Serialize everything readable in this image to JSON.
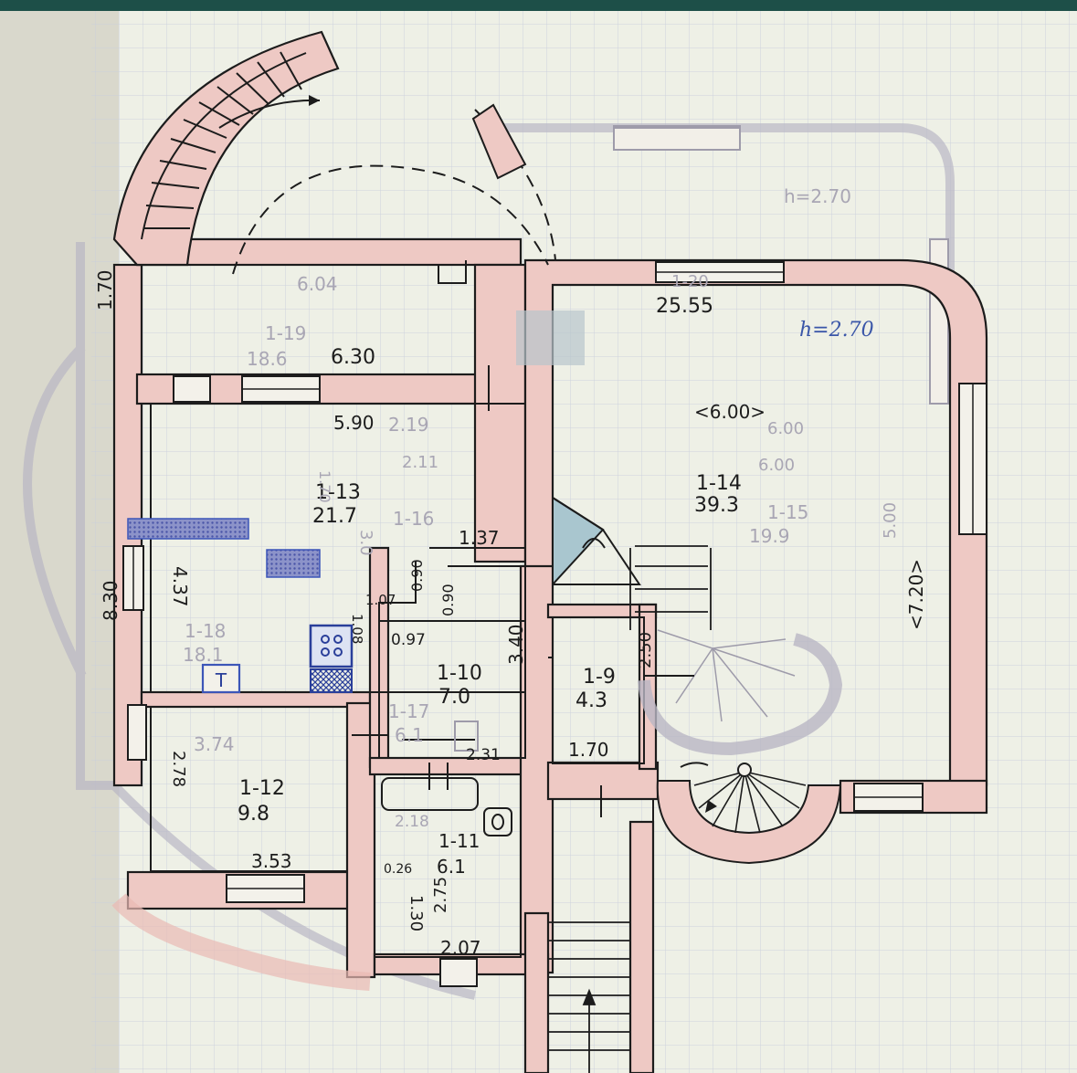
{
  "colors": {
    "paper": "#e9ece2",
    "wall_fill": "#eec9c4",
    "wall_line": "#1c1c1c",
    "ghost_line": "#b9b6c4",
    "grid": "#c9cfdc",
    "blue_fixture": "#3c55b8",
    "room_number_prefix": "#c83a3a",
    "blue_note": "#3a56a8",
    "top_strip": "#1d4f48"
  },
  "rooms": [
    {
      "id": "1-19",
      "area": "18.6"
    },
    {
      "id": "1-13",
      "area": "21.7"
    },
    {
      "id": "1-14",
      "area": "39.3"
    },
    {
      "id": "1-16",
      "area": ""
    },
    {
      "id": "1-18",
      "area": "18.1"
    },
    {
      "id": "1-10",
      "area": "7.0"
    },
    {
      "id": "1-9",
      "area": "4.3"
    },
    {
      "id": "1-17",
      "area": "6.1"
    },
    {
      "id": "1-12",
      "area": "9.8"
    },
    {
      "id": "1-11",
      "area": "6.1"
    },
    {
      "id": "1-15",
      "area": "19.9"
    },
    {
      "id": "1-20",
      "area": "25.55"
    }
  ],
  "dimensions": {
    "d_1_70_left": "1.70",
    "d_6_04": "6.04",
    "d_6_30": "6.30",
    "d_5_90": "5.90",
    "d_2_19": "2.19",
    "d_2_11": "2.11",
    "d_4_37": "4.37",
    "d_8_30": "8.30",
    "d_1_70_v": "1.70",
    "d_3_0": "3.0",
    "d_0_90_a": "0.90",
    "d_0_90_b": "0.90",
    "d_1_37": "1.37",
    "d_1_07": "1.07",
    "d_1_08": "1.08",
    "d_0_97": "0.97",
    "d_3_40": "3.40",
    "d_2_50": "2.50",
    "d_2_31": "2.31",
    "d_1_70_mid": "1.70",
    "d_3_74": "3.74",
    "d_2_78": "2.78",
    "d_3_53": "3.53",
    "d_2_18": "2.18",
    "d_0_26": "0.26",
    "d_2_75": "2.75",
    "d_1_30": "1.30",
    "d_2_07": "2.07",
    "d_25_55": "25.55",
    "d_6_00_main": "<6.00>",
    "d_6_00_ghost_a": "6.00",
    "d_6_00_ghost_b": "6.00",
    "d_7_20": "<7.20>",
    "d_5_00": "5.00",
    "note_h_2_70": "h=2.70",
    "ghost_h_2_70": "h=2.70"
  },
  "fixtures": {
    "toilet_letter": "T"
  }
}
